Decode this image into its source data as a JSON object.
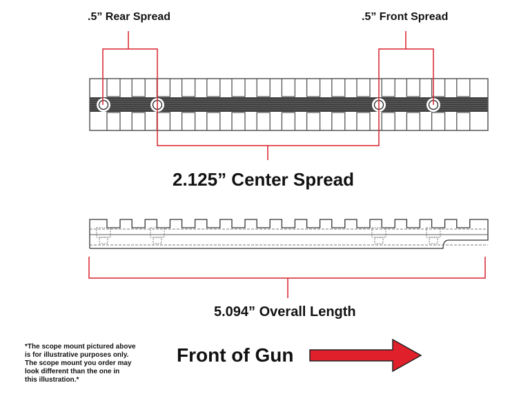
{
  "labels": {
    "rear_spread": ".5” Rear Spread",
    "front_spread": ".5” Front Spread",
    "center_spread": "2.125” Center Spread",
    "overall_length": "5.094” Overall Length",
    "front_of_gun": "Front of Gun"
  },
  "disclaimer": [
    "*The scope mount pictured above",
    "is for illustrative purposes only.",
    "The scope mount you order may",
    "look different than the one in",
    "this illustration.*"
  ],
  "colors": {
    "dimension": "#d9212b",
    "arrow": "#e0202a",
    "rail_band": "#3a3a3a"
  }
}
